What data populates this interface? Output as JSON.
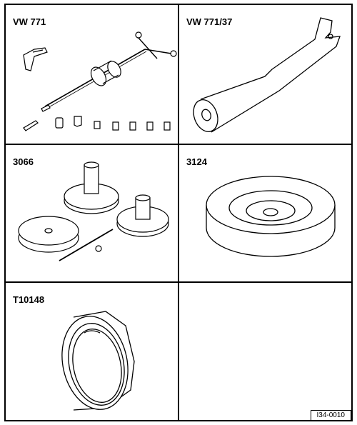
{
  "tools": [
    {
      "id": "VW 771"
    },
    {
      "id": "VW 771/37"
    },
    {
      "id": "3066"
    },
    {
      "id": "3124"
    },
    {
      "id": "T10148"
    }
  ],
  "reference_code": "I34-0010"
}
